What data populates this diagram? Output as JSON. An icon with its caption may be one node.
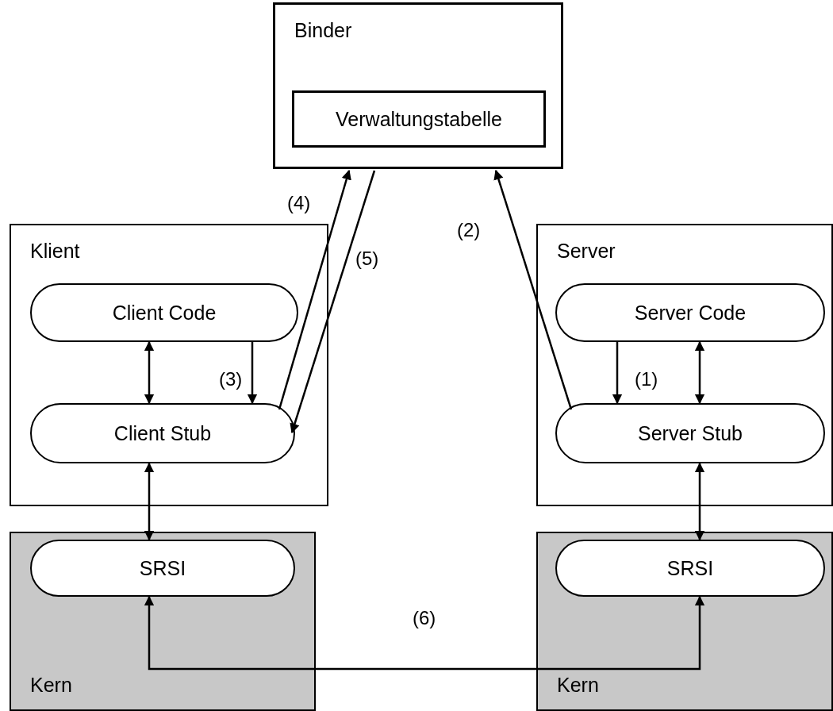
{
  "diagram": {
    "nodes": [
      {
        "text": [
          "Binder"
        ]
      },
      {
        "text": [
          "Verwaltungstabelle"
        ],
        "in": 0
      },
      {
        "text": [
          "Klient"
        ]
      },
      {
        "text": [
          "Client Code"
        ],
        "in": 2
      },
      {
        "text": [
          "Client Stub"
        ],
        "in": 2
      },
      {
        "text": [
          "Server"
        ]
      },
      {
        "text": [
          "Server Code"
        ],
        "in": 5
      },
      {
        "text": [
          "Server Stub"
        ],
        "in": 5
      },
      {
        "text": [
          "Kern"
        ]
      },
      {
        "text": [
          "SRSI"
        ],
        "in": 8
      },
      {
        "text": [
          "Kern"
        ]
      },
      {
        "text": [
          "SRSI"
        ],
        "in": 10
      }
    ],
    "edges": [
      {
        "from": 3,
        "to": 4,
        "arrow": "to",
        "label": "(3)"
      },
      {
        "from": 3,
        "to": 4,
        "arrow": "both"
      },
      {
        "from": 4,
        "to": 0,
        "arrow": "to",
        "label": "(4)"
      },
      {
        "from": 0,
        "to": 4,
        "arrow": "to",
        "label": "(5)"
      },
      {
        "from": 7,
        "to": 0,
        "arrow": "to",
        "label": "(2)"
      },
      {
        "from": 6,
        "to": 7,
        "arrow": "to",
        "label": "(1)"
      },
      {
        "from": 6,
        "to": 7,
        "arrow": "both"
      },
      {
        "from": 4,
        "to": 9,
        "arrow": "both"
      },
      {
        "from": 7,
        "to": 11,
        "arrow": "both"
      },
      {
        "from": 9,
        "to": 11,
        "arrow": "both",
        "label": "(6)"
      }
    ]
  }
}
